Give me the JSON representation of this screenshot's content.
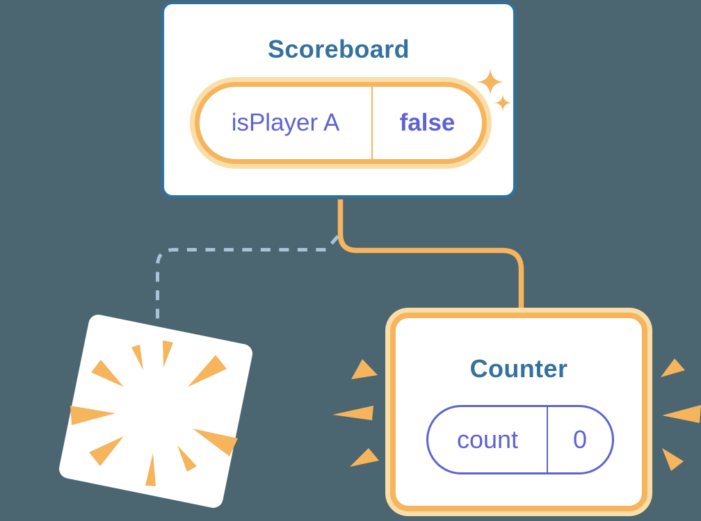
{
  "diagram": {
    "description": "React component tree state diagram: Scoreboard parent with state pill, solid branch to new Counter with fresh state, dashed branch to removed Counter disappearing in a poof",
    "scoreboard": {
      "title": "Scoreboard",
      "state_pill": {
        "label": "isPlayer A",
        "value": "false"
      }
    },
    "counter": {
      "title": "Counter",
      "state_pill": {
        "label": "count",
        "value": "0"
      }
    }
  },
  "decorations": {
    "sparkles": "sparkles-icon",
    "poof": "poof-burst-icon",
    "emphasis_left": "emphasis-rays-icon",
    "emphasis_right": "emphasis-rays-icon",
    "solid_connector": "tree-branch-solid-line",
    "dashed_connector": "tree-branch-dashed-line"
  },
  "colors": {
    "background": "#4C6671",
    "card_white": "#FFFFFF",
    "card_border_blue": "#2D71A2",
    "title_blue": "#33719E",
    "accent_orange": "#F6B45C",
    "orange_glow": "#FADEA8",
    "state_purple": "#5E63D4",
    "dashed_line_blue": "#A8C3D8"
  }
}
